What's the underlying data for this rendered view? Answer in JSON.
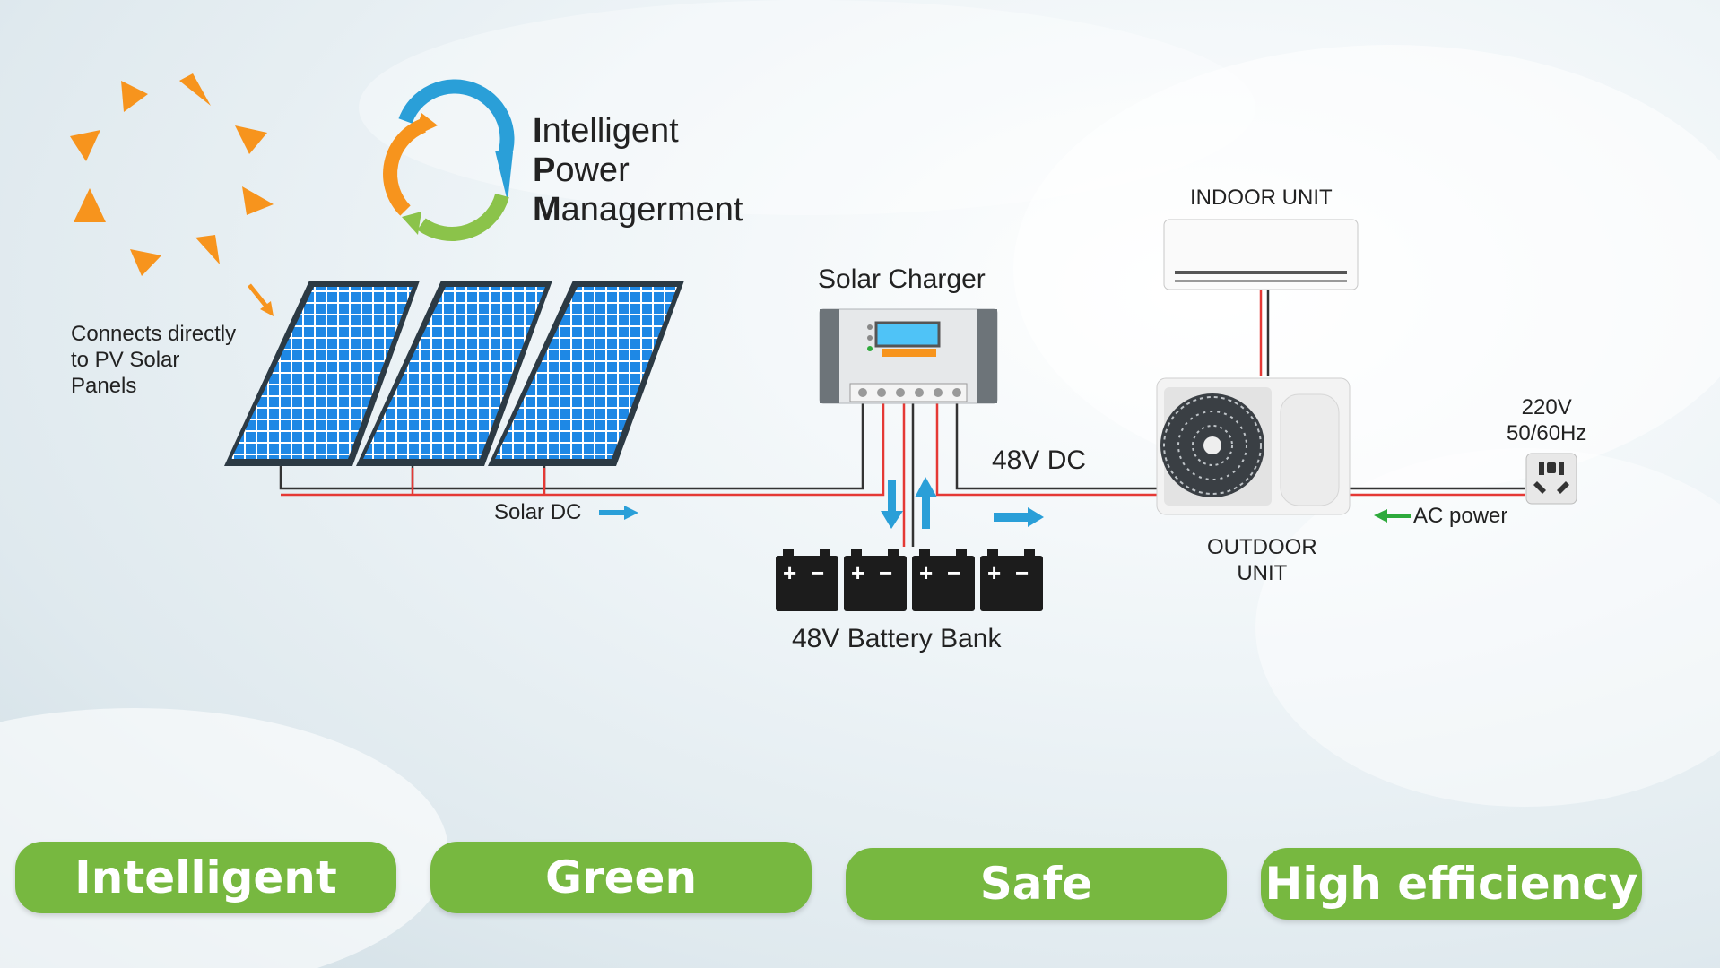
{
  "logo": {
    "line1_initial": "I",
    "line1_rest": "ntelligent",
    "line2_initial": "P",
    "line2_rest": "ower",
    "line3_initial": "M",
    "line3_rest": "anagerment"
  },
  "labels": {
    "pv_note_1": "Connects directly",
    "pv_note_2": "to PV Solar",
    "pv_note_3": "Panels",
    "solar_charger": "Solar Charger",
    "solar_dc": "Solar DC",
    "dc48": "48V DC",
    "battery_bank": "48V Battery Bank",
    "indoor_unit": "INDOOR UNIT",
    "outdoor_unit_1": "OUTDOOR",
    "outdoor_unit_2": "UNIT",
    "voltage": "220V",
    "frequency": "50/60Hz",
    "ac_power": "AC power"
  },
  "battery_symbols": {
    "plus": "+",
    "minus": "−"
  },
  "features": [
    "Intelligent",
    "Green",
    "Safe",
    "High efficiency"
  ],
  "colors": {
    "pill": "#77b840",
    "wire_red": "#e53935",
    "arrow_blue": "#2a9fd8",
    "arrow_green": "#2eaa3c",
    "panel_blue": "#1e88e5",
    "sun_orange": "#f7941d"
  }
}
